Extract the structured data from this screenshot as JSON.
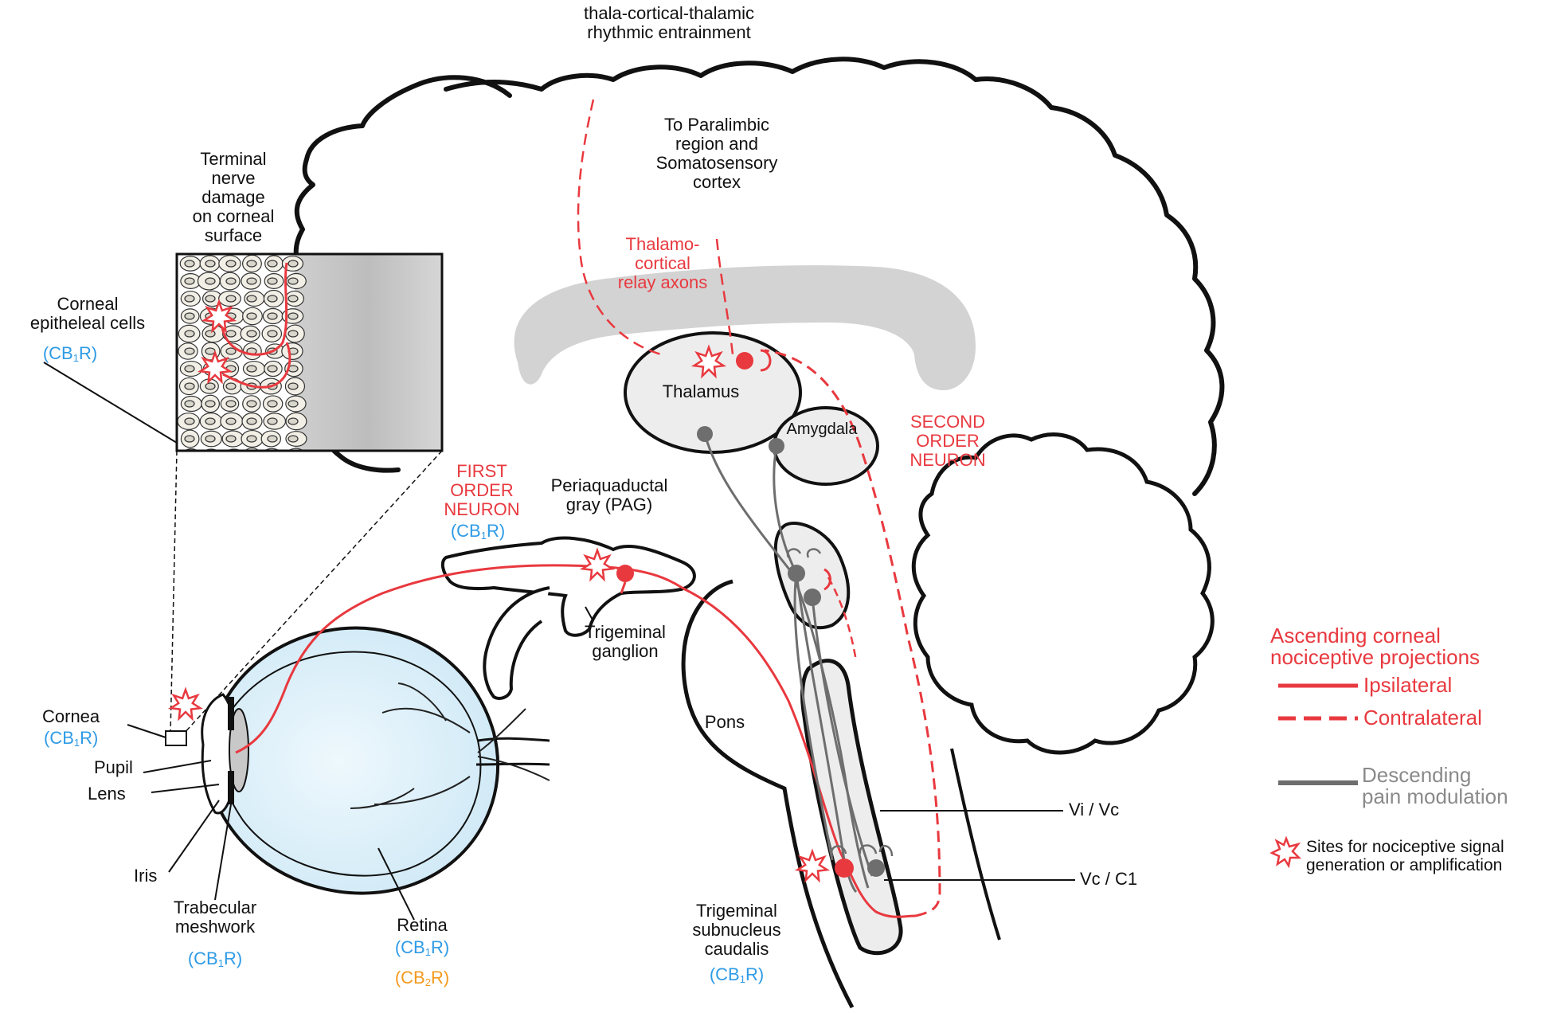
{
  "labels": {
    "top": "thala-cortical-thalamic\nrhythmic entrainment",
    "paralimbic": "To Paralimbic\nregion and\nSomatosensory\ncortex",
    "relay": "Thalamo-\ncortical\nrelay axons",
    "terminal": "Terminal\nnerve\ndamage\non corneal\nsurface",
    "epith": "Corneal\nepitheleal cells",
    "epith_receptor": {
      "pre": "(CB",
      "sub": "1",
      "post": "R)"
    },
    "thalamus": "Thalamus",
    "amygdala": "Amygdala",
    "second": "SECOND\nORDER\nNEURON",
    "first": "FIRST\nORDER\nNEURON",
    "first_receptor": {
      "pre": "(CB",
      "sub": "1",
      "post": "R)"
    },
    "pag": "Periaquaductal\ngray (PAG)",
    "ganglion": "Trigeminal\nganglion",
    "pons": "Pons",
    "cornea": "Cornea",
    "cornea_receptor": {
      "pre": "(CB",
      "sub": "1",
      "post": "R)"
    },
    "pupil": "Pupil",
    "lens": "Lens",
    "iris": "Iris",
    "trab": "Trabecular\nmeshwork",
    "trab_receptor": {
      "pre": "(CB",
      "sub": "1",
      "post": "R)"
    },
    "retina": "Retina",
    "retina_cb1": {
      "pre": "(CB",
      "sub": "1",
      "post": "R)"
    },
    "retina_cb2": {
      "pre": "(CB",
      "sub": "2",
      "post": "R)"
    },
    "subnucleus": "Trigeminal\nsubnucleus\ncaudalis",
    "subnucleus_receptor": {
      "pre": "(CB",
      "sub": "1",
      "post": "R)"
    },
    "vivc": "Vi / Vc",
    "vcc1": "Vc / C1"
  },
  "legend": {
    "title": "Ascending corneal\nnociceptive projections",
    "ipsi": "Ipsilateral",
    "contra": "Contralateral",
    "desc": "Descending\npain modulation",
    "sites": "Sites for nociceptive signal\ngeneration or amplification"
  },
  "colors": {
    "nociceptive": "#e8393f",
    "receptor": "#2f9be6",
    "cb2": "#f39a1e",
    "descending": "#6e6e6e",
    "callosum": "#d3d3d3"
  }
}
